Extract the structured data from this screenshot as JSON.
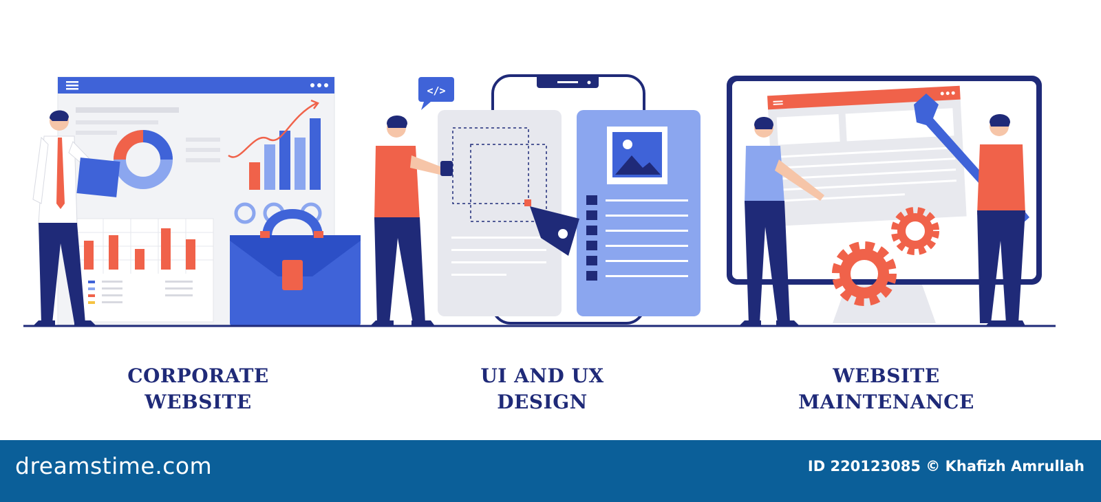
{
  "panels": [
    {
      "caption_line1": "CORPORATE",
      "caption_line2": "WEBSITE"
    },
    {
      "caption_line1": "UI AND UX",
      "caption_line2": "DESIGN"
    },
    {
      "caption_line1": "WEBSITE",
      "caption_line2": "MAINTENANCE"
    }
  ],
  "code_badge": "</>",
  "footer": {
    "brand": "dreamstime.com",
    "credit": "ID 220123085 © Khafizh Amrullah"
  },
  "colors": {
    "navy": "#1f2a78",
    "blue": "#3f63d8",
    "light_blue": "#8ba6ef",
    "orange": "#f0624a",
    "gray": "#e8e9ee",
    "footer": "#0b5f99"
  },
  "icons": [
    "hamburger-menu-icon",
    "code-icon",
    "image-placeholder-icon",
    "pen-tool-icon",
    "gear-icon",
    "wrench-icon",
    "briefcase-icon"
  ]
}
